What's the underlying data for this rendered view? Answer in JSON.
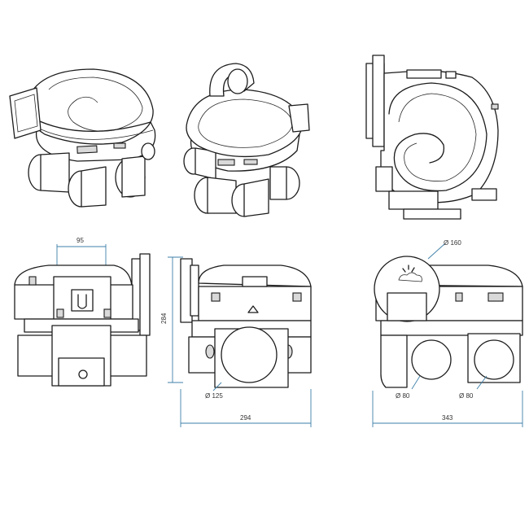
{
  "dimensions": {
    "width_top_tab": "95",
    "height_side": "284",
    "dia_main_outlet": "Ø 125",
    "width_side": "294",
    "dia_top_outlet": "Ø 160",
    "dia_left_outlet": "Ø 80",
    "dia_right_outlet": "Ø 80",
    "width_right": "343"
  },
  "colors": {
    "line": "#1c1c1c",
    "dimension": "#3d7fa8"
  }
}
